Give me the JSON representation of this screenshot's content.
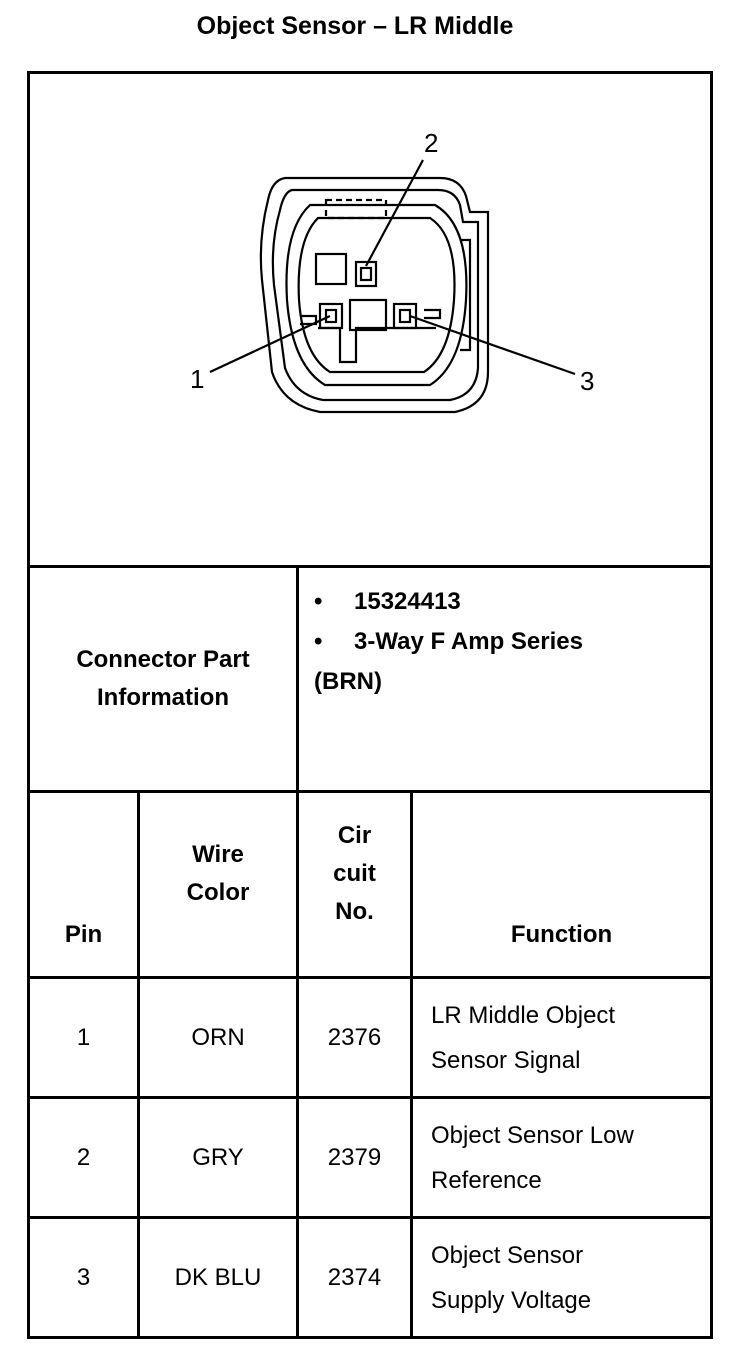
{
  "title": "Object Sensor – LR Middle",
  "diagram": {
    "pin_labels": [
      "1",
      "2",
      "3"
    ]
  },
  "connector_info": {
    "label": "Connector Part Information",
    "label_line1": "Connector Part",
    "label_line2": "Information",
    "bullet_char": "•",
    "part_number": "15324413",
    "series_line1": "3-Way F Amp Series",
    "series_line2": "(BRN)"
  },
  "table": {
    "headers": {
      "pin": "Pin",
      "wire_color_line1": "Wire",
      "wire_color_line2": "Color",
      "circuit_line1": "Cir",
      "circuit_line2": "cuit",
      "circuit_line3": "No.",
      "function": "Function"
    },
    "rows": [
      {
        "pin": "1",
        "wire_color": "ORN",
        "circuit": "2376",
        "function_line1": "LR Middle Object",
        "function_line2": "Sensor Signal"
      },
      {
        "pin": "2",
        "wire_color": "GRY",
        "circuit": "2379",
        "function_line1": "Object Sensor Low",
        "function_line2": "Reference"
      },
      {
        "pin": "3",
        "wire_color": "DK BLU",
        "circuit": "2374",
        "function_line1": "Object Sensor",
        "function_line2": "Supply Voltage"
      }
    ]
  }
}
